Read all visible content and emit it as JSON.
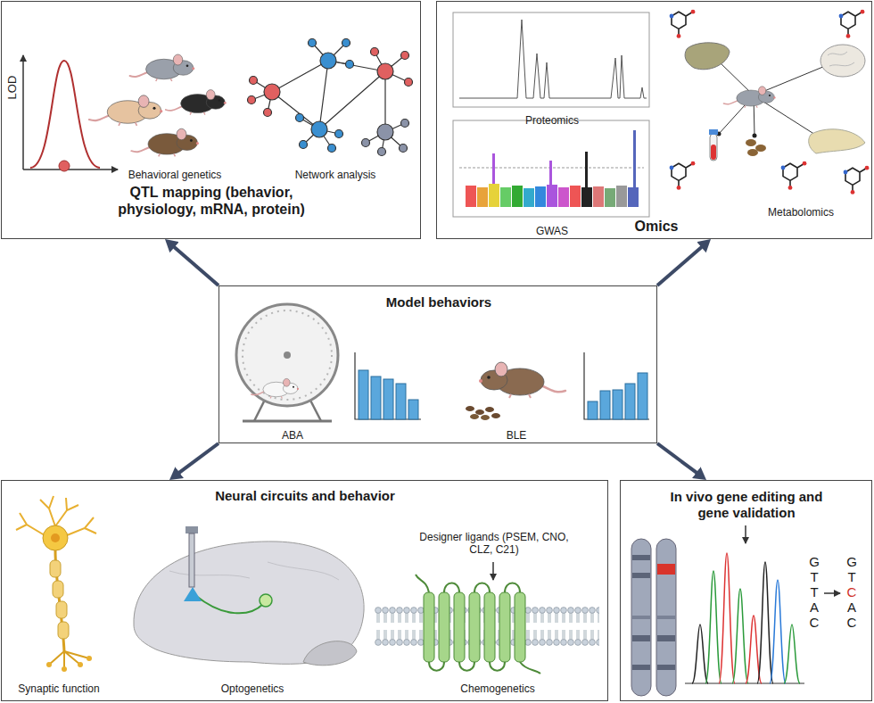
{
  "diagram": {
    "nodes": [
      {
        "text": [
          "QTL mapping (behavior, physiology, mRNA, protein)",
          "LOD",
          "Behavioral genetics",
          "Network analysis"
        ]
      },
      {
        "text": [
          "Omics",
          "Proteomics",
          "GWAS",
          "Metabolomics"
        ]
      },
      {
        "text": [
          "Model behaviors",
          "ABA",
          "BLE"
        ]
      },
      {
        "text": [
          "Neural circuits and behavior",
          "Synaptic function",
          "Optogenetics",
          "Designer ligands (PSEM, CNO, CLZ, C21)",
          "Chemogenetics"
        ]
      },
      {
        "text": [
          "In vivo gene editing and gene validation",
          "G",
          "T",
          "T",
          "A",
          "C",
          "G",
          "T",
          "C",
          "A",
          "C"
        ]
      }
    ],
    "edges": [
      {
        "from": 2,
        "to": 0,
        "arrow": "to"
      },
      {
        "from": 2,
        "to": 1,
        "arrow": "to"
      },
      {
        "from": 2,
        "to": 3,
        "arrow": "to"
      },
      {
        "from": 2,
        "to": 4,
        "arrow": "to"
      }
    ]
  }
}
